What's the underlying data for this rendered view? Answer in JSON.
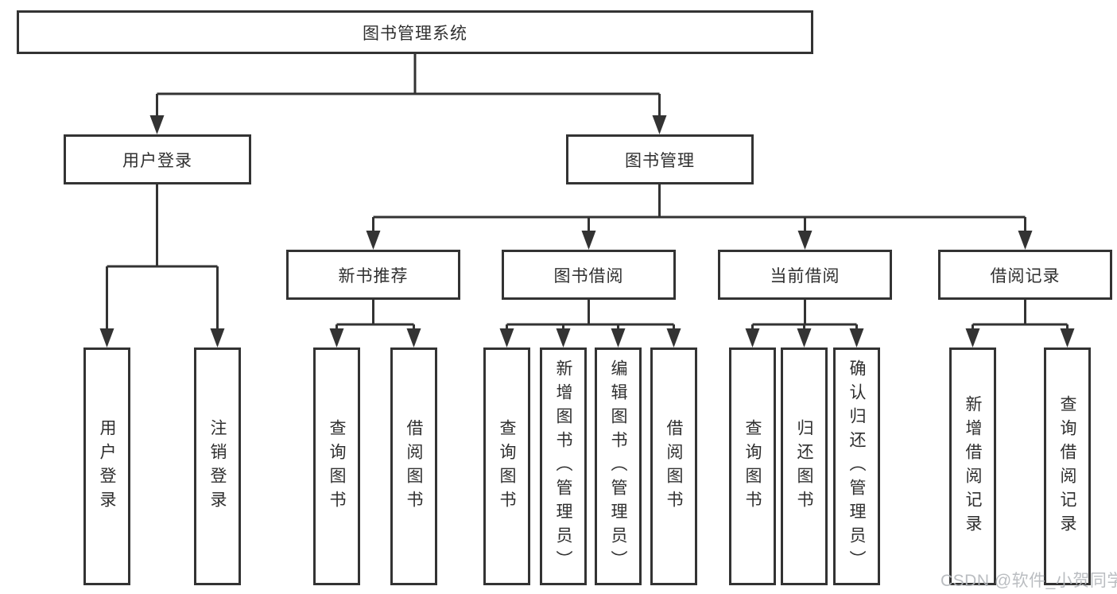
{
  "diagram": {
    "root": "图书管理系统",
    "level2": {
      "user_login": "用户登录",
      "book_management": "图书管理"
    },
    "level3": {
      "new_book_recommend": "新书推荐",
      "book_borrow": "图书借阅",
      "current_borrow": "当前借阅",
      "borrow_records": "借阅记录"
    },
    "leaves": {
      "user_login": [
        "用户登录",
        "注销登录"
      ],
      "new_book_recommend": [
        "查询图书",
        "借阅图书"
      ],
      "book_borrow": [
        "查询图书",
        "新增图书（管理员）",
        "编辑图书（管理员）",
        "借阅图书"
      ],
      "current_borrow": [
        "查询图书",
        "归还图书",
        "确认归还（管理员）"
      ],
      "borrow_records": [
        "新增借阅记录",
        "查询借阅记录"
      ]
    }
  },
  "watermark": "CSDN @软件_小贺同学",
  "colors": {
    "line": "#333333",
    "box_border": "#333333",
    "box_fill": "#ffffff",
    "text": "#2f2f2f",
    "watermark": "#b5b8bc",
    "background": "#ffffff"
  }
}
